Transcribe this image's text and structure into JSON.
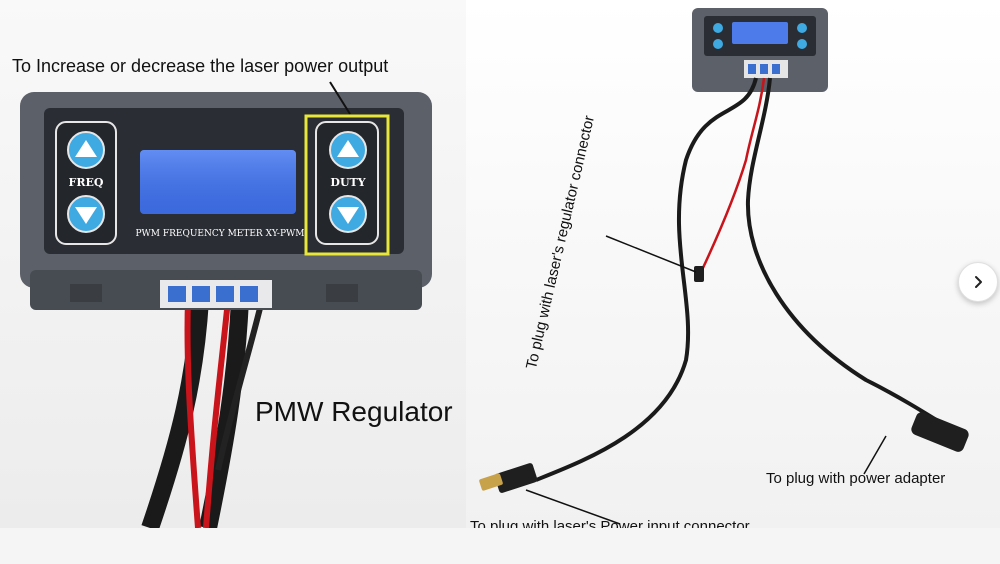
{
  "gallery": {
    "left_photo": {
      "caption_top": "To Increase or decrease the laser power output",
      "caption_main": "PMW Regulator",
      "panel_label": "PWM FREQUENCY METER XY-PWM",
      "left_button_label": "FREQ",
      "right_button_label": "DUTY",
      "highlight_color": "#e8e63a"
    },
    "right_photo": {
      "label_regulator_connector": "To plug with laser's regulator connector",
      "label_power_adapter": "To plug with power adapter",
      "label_power_input": "To plug with laser's Power input connector"
    },
    "next_button": {
      "icon": "chevron-right-icon"
    }
  }
}
